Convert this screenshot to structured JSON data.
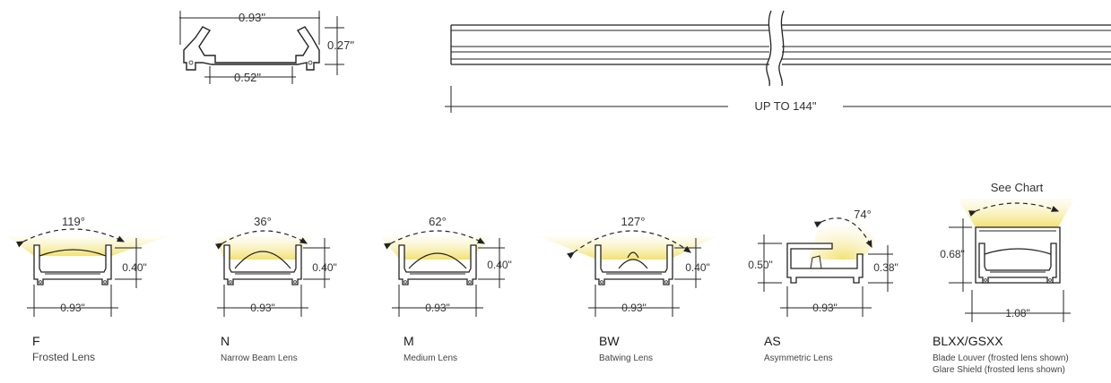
{
  "profile": {
    "width_label": "0.93\"",
    "height_label": "0.27\"",
    "inner_label": "0.52\""
  },
  "extrusion": {
    "length_label": "UP TO 144\""
  },
  "lenses": [
    {
      "code": "F",
      "name": "Frosted Lens",
      "angle": "119°",
      "height": "0.40\"",
      "width": "0.93\""
    },
    {
      "code": "N",
      "name": "Narrow Beam Lens",
      "angle": "36°",
      "height": "0.40\"",
      "width": "0.93\""
    },
    {
      "code": "M",
      "name": "Medium Lens",
      "angle": "62°",
      "height": "0.40\"",
      "width": "0.93\""
    },
    {
      "code": "BW",
      "name": "Batwing Lens",
      "angle": "127°",
      "height": "0.40\"",
      "width": "0.93\""
    },
    {
      "code": "AS",
      "name": "Asymmetric Lens",
      "angle": "74°",
      "height_left": "0.50\"",
      "height_right": "0.38\"",
      "width": "0.93\""
    },
    {
      "code": "BLXX/GSXX",
      "name_line1": "Blade Louver (frosted lens shown)",
      "name_line2": "Glare Shield (frosted lens shown)",
      "angle": "See Chart",
      "height": "0.68\"",
      "width": "1.08\""
    }
  ],
  "colors": {
    "beam": "#f4e88a",
    "line": "#222222"
  }
}
